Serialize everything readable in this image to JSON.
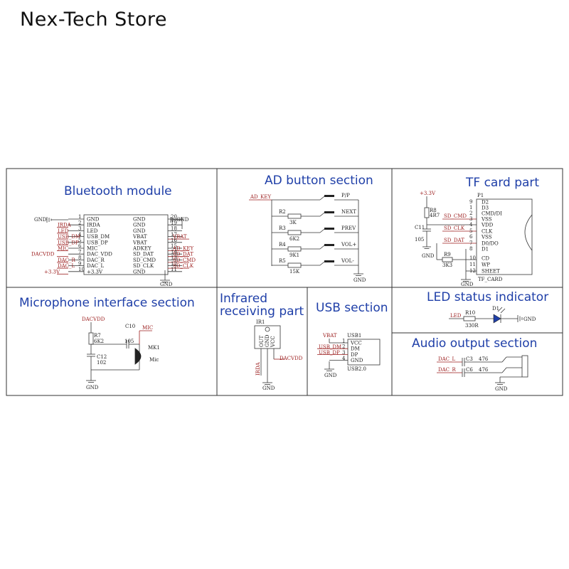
{
  "store_name": "Nex-Tech Store",
  "sections": {
    "bluetooth": {
      "title": "Bluetooth module",
      "left_pins": [
        {
          "name": "GND",
          "num": "1",
          "net": "GND"
        },
        {
          "name": "IRDA",
          "num": "2",
          "net": "IRDA"
        },
        {
          "name": "LED",
          "num": "3",
          "net": "LED"
        },
        {
          "name": "USB_DM",
          "num": "4",
          "net": "USB_DM"
        },
        {
          "name": "USB_DP",
          "num": "5",
          "net": "USB_DP"
        },
        {
          "name": "MIC",
          "num": "6",
          "net": "MIC"
        },
        {
          "name": "DAC_VDD",
          "num": "7",
          "net": "DACVDD"
        },
        {
          "name": "DAC_R",
          "num": "8",
          "net": "DAC_R"
        },
        {
          "name": "DAC_L",
          "num": "9",
          "net": "DAC_L"
        },
        {
          "name": "+3.3V",
          "num": "10",
          "net": "+3.3V"
        }
      ],
      "right_pins": [
        {
          "name": "GND",
          "num": "20",
          "net": "GND"
        },
        {
          "name": "GND",
          "num": "19",
          "net": ""
        },
        {
          "name": "GND",
          "num": "18",
          "net": ""
        },
        {
          "name": "VBAT",
          "num": "17",
          "net": "VBAT"
        },
        {
          "name": "VBAT",
          "num": "16",
          "net": ""
        },
        {
          "name": "ADKEY",
          "num": "15",
          "net": "AD_KEY"
        },
        {
          "name": "SD_DAT",
          "num": "14",
          "net": "SD_DAT"
        },
        {
          "name": "SD_CMD",
          "num": "13",
          "net": "SD_CMD"
        },
        {
          "name": "SD_CLK",
          "num": "12",
          "net": "SD_CLK"
        },
        {
          "name": "GND",
          "num": "11",
          "net": ""
        }
      ],
      "gnd": "GND"
    },
    "ad_button": {
      "title": "AD button section",
      "net": "AD_KEY",
      "gnd": "GND",
      "buttons": [
        {
          "label": "P/P",
          "res": "",
          "val": ""
        },
        {
          "label": "NEXT",
          "res": "R2",
          "val": "3K"
        },
        {
          "label": "PREV",
          "res": "R3",
          "val": "6K2"
        },
        {
          "label": "VOL+",
          "res": "R4",
          "val": "9K1"
        },
        {
          "label": "VOL-",
          "res": "R5",
          "val": "15K"
        }
      ]
    },
    "tf_card": {
      "title": "TF card part",
      "supply": "+3.3V",
      "r8": "R8",
      "r8_val": "4R7",
      "c11": "C11",
      "c11_val": "105",
      "r9": "R9",
      "r9_val": "3K3",
      "p1": "P1",
      "connector": "TF_CARD",
      "gnd": "GND",
      "nets": [
        "SD_CMD",
        "SD_CLK",
        "SD_DAT"
      ],
      "pins": [
        {
          "num": "9",
          "name": "D2"
        },
        {
          "num": "1",
          "name": "D3"
        },
        {
          "num": "2",
          "name": "CMD/DI"
        },
        {
          "num": "3",
          "name": "VSS"
        },
        {
          "num": "4",
          "name": "VDD"
        },
        {
          "num": "5",
          "name": "CLK"
        },
        {
          "num": "6",
          "name": "VSS"
        },
        {
          "num": "7",
          "name": "D0/DO"
        },
        {
          "num": "8",
          "name": "D1"
        },
        {
          "num": "10",
          "name": "CD"
        },
        {
          "num": "11",
          "name": "WP"
        },
        {
          "num": "12",
          "name": "SHEET"
        }
      ]
    },
    "microphone": {
      "title": "Microphone interface section",
      "dacvdd": "DACVDD",
      "r7": "R7",
      "r7_val": "6K2",
      "c10": "C10",
      "c10_val": "105",
      "mic_net": "MIC",
      "c12": "C12",
      "c12_val": "102",
      "mk1": "MK1",
      "mic_label": "Mic",
      "gnd": "GND"
    },
    "infrared": {
      "title_line1": "Infrared",
      "title_line2": "receiving part",
      "ir1": "IR1",
      "pins": [
        "OUT",
        "GND",
        "VCC"
      ],
      "irda": "IRDA",
      "dacvdd": "DACVDD",
      "gnd": "GND"
    },
    "usb": {
      "title": "USB section",
      "vbat": "VBAT",
      "usb1": "USB1",
      "usb_dm": "USB_DM",
      "usb_dp": "USB_DP",
      "pins": [
        {
          "num": "1",
          "name": "VCC"
        },
        {
          "num": "2",
          "name": "DM"
        },
        {
          "num": "3",
          "name": "DP"
        },
        {
          "num": "4",
          "name": "GND"
        }
      ],
      "part": "USB2.0",
      "gnd": "GND"
    },
    "led": {
      "title": "LED status indicator",
      "net": "LED",
      "r10": "R10",
      "r10_val": "330R",
      "d1": "D1",
      "gnd": "GND"
    },
    "audio": {
      "title": "Audio output section",
      "dac_l": "DAC_L",
      "c3": "C3",
      "c3_val": "476",
      "dac_r": "DAC_R",
      "c6": "C6",
      "c6_val": "476",
      "gnd": "GND"
    }
  }
}
